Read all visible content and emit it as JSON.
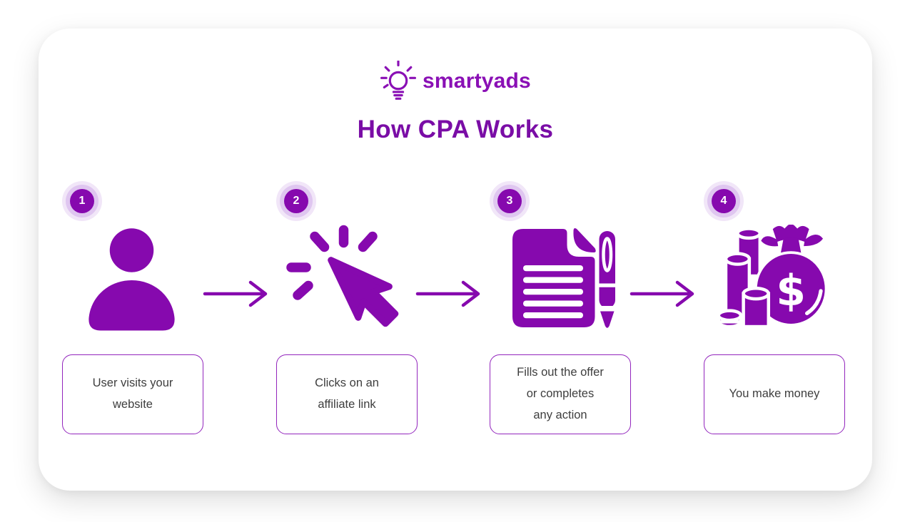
{
  "brand": {
    "name": "smartyads",
    "icon": "lightbulb-icon"
  },
  "title": "How CPA Works",
  "steps": [
    {
      "number": "1",
      "icon": "user-icon",
      "label": "User visits your\nwebsite"
    },
    {
      "number": "2",
      "icon": "cursor-click-icon",
      "label": "Clicks on an\naffiliate link"
    },
    {
      "number": "3",
      "icon": "form-pen-icon",
      "label": "Fills out the offer\nor completes\nany action"
    },
    {
      "number": "4",
      "icon": "money-bag-icon",
      "label": "You make money"
    }
  ],
  "connectors": [
    "arrow-right",
    "arrow-right",
    "arrow-right"
  ],
  "colors": {
    "primary_purple": "#8609AE",
    "title_purple": "#7A0DA6",
    "logo_purple": "#8A10B5",
    "box_border_purple": "#9326BD",
    "label_text": "#3E3E3E",
    "badge_ring_inner": "#DFC6F0",
    "badge_ring_outer": "#F1E6F8",
    "background": "#FFFFFF"
  }
}
